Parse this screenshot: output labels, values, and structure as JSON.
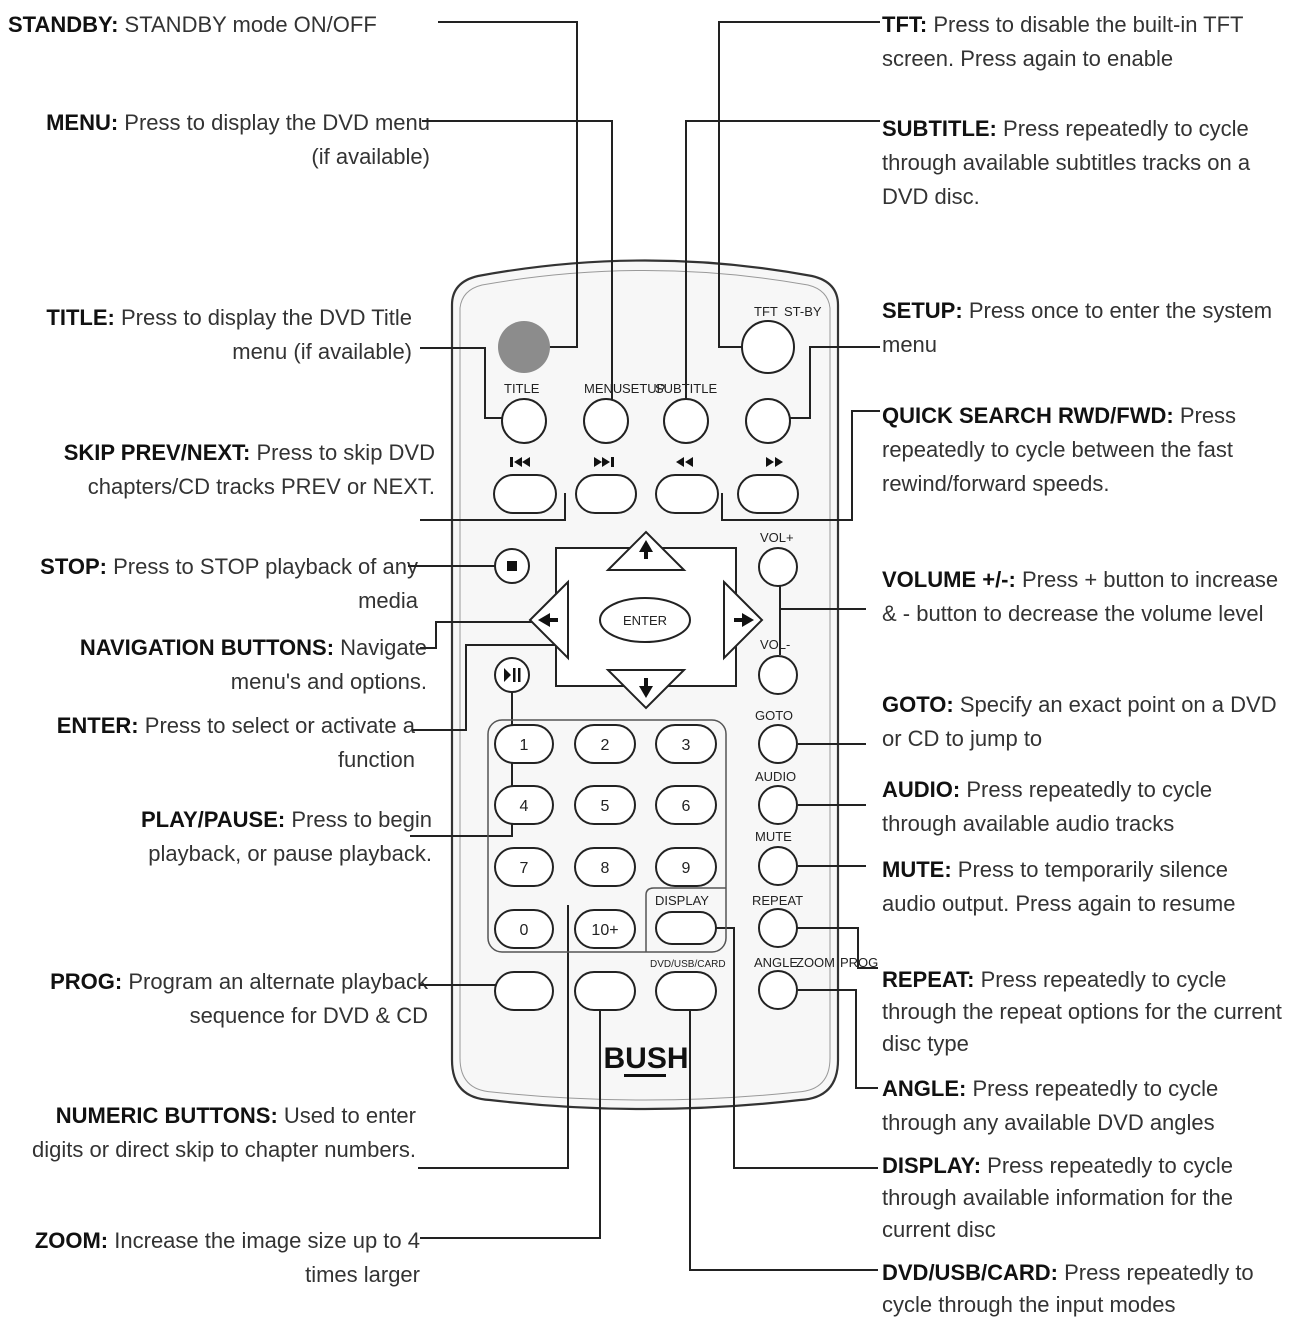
{
  "labels": {
    "standby": {
      "name": "STANDBY:",
      "desc": "STANDBY mode ON/OFF"
    },
    "menu": {
      "name": "MENU:",
      "desc": "Press to display the DVD menu (if available)"
    },
    "title": {
      "name": "TITLE:",
      "desc": "Press to display the DVD Title menu (if available)"
    },
    "skip": {
      "name": "SKIP PREV/NEXT:",
      "desc": "Press to skip DVD chapters/CD tracks PREV or NEXT."
    },
    "stop": {
      "name": "STOP:",
      "desc": "Press to STOP playback of any media"
    },
    "navigation": {
      "name": "NAVIGATION BUTTONS:",
      "desc": "Navigate menu's and options."
    },
    "enter": {
      "name": "ENTER:",
      "desc": "Press to select or activate a function"
    },
    "playpause": {
      "name": "PLAY/PAUSE:",
      "desc": "Press to begin playback, or pause playback."
    },
    "prog": {
      "name": "PROG:",
      "desc": "Program an alternate playback sequence for DVD & CD"
    },
    "numeric": {
      "name": "NUMERIC BUTTONS:",
      "desc": "Used to enter digits or direct skip to chapter numbers."
    },
    "zoom": {
      "name": "ZOOM:",
      "desc": "Increase the image size up to 4 times larger"
    },
    "tft": {
      "name": "TFT:",
      "desc": "Press to disable the built-in TFT screen. Press again to enable"
    },
    "subtitle": {
      "name": "SUBTITLE:",
      "desc": "Press repeatedly to cycle through available subtitles tracks on a DVD disc."
    },
    "setup": {
      "name": "SETUP:",
      "desc": "Press once to enter the system menu"
    },
    "quicksearch": {
      "name": "QUICK SEARCH RWD/FWD:",
      "desc": "Press repeatedly to cycle between the fast rewind/forward speeds."
    },
    "volume": {
      "name": "VOLUME +/-:",
      "desc": "Press + button to increase & - button to decrease the volume level"
    },
    "goto": {
      "name": "GOTO:",
      "desc": "Specify an exact point on a DVD or CD to jump to"
    },
    "audio": {
      "name": "AUDIO:",
      "desc": "Press repeatedly to cycle through available audio tracks"
    },
    "mute": {
      "name": "MUTE:",
      "desc": "Press to temporarily silence audio output. Press again to resume"
    },
    "repeat": {
      "name": "REPEAT:",
      "desc": "Press repeatedly to cycle through the repeat options for the current disc type"
    },
    "angle": {
      "name": "ANGLE:",
      "desc": "Press repeatedly to cycle through any available DVD angles"
    },
    "display": {
      "name": "DISPLAY:",
      "desc": "Press repeatedly to cycle through available information for the current disc"
    },
    "dvdusbcard": {
      "name": "DVD/USB/CARD:",
      "desc": "Press repeatedly to cycle through the input modes"
    }
  },
  "remote": {
    "brand": "BUSH",
    "btn_tft": "TFT",
    "btn_standby": "ST-BY",
    "btn_title": "TITLE",
    "btn_menu": "MENU",
    "btn_setup": "SETUP",
    "btn_subtitle": "SUBTITLE",
    "btn_vol_up": "VOL+",
    "btn_vol_down": "VOL-",
    "btn_enter": "ENTER",
    "btn_goto": "GOTO",
    "btn_audio": "AUDIO",
    "btn_mute": "MUTE",
    "btn_display": "DISPLAY",
    "btn_repeat": "REPEAT",
    "btn_dvdusbcard": "DVD/USB/CARD",
    "btn_angle": "ANGLE",
    "btn_zoom": "ZOOM",
    "btn_prog": "PROG",
    "digits": [
      "1",
      "2",
      "3",
      "4",
      "5",
      "6",
      "7",
      "8",
      "9",
      "0",
      "10+"
    ],
    "icon_names": {
      "prev": "skip-prev-icon",
      "next": "skip-next-icon",
      "rwd": "rewind-icon",
      "fwd": "fast-forward-icon",
      "stop": "stop-icon",
      "play": "play-pause-icon"
    }
  }
}
